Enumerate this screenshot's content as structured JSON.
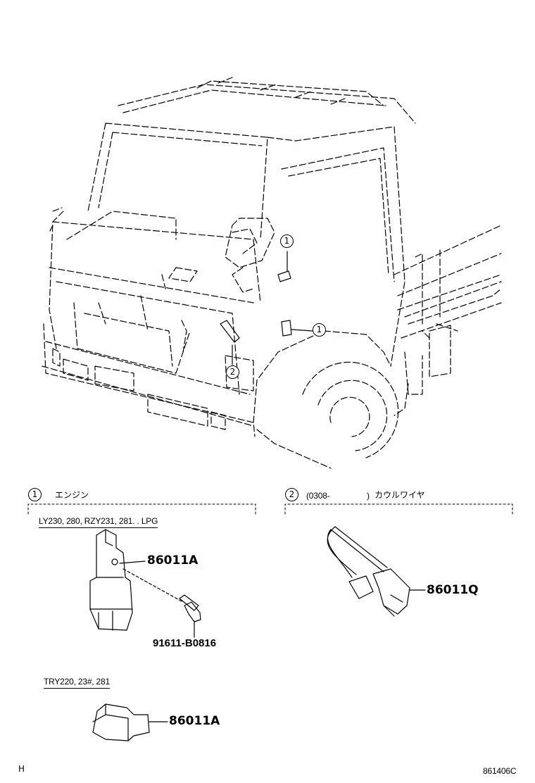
{
  "callouts": {
    "c1": "1",
    "c2": "2"
  },
  "sections": {
    "engine": {
      "num": "1",
      "title": "エンジン"
    },
    "cowl": {
      "num": "2",
      "date": "(0308-",
      "close": ")",
      "title": "カウルワイヤ"
    }
  },
  "applicability": {
    "a1": "LY230, 280, RZY231, 281. . LPG",
    "a2": "TRY220, 23#, 281"
  },
  "parts": {
    "p1": "86011A",
    "p2": "91611-B0816",
    "p3": "86011Q",
    "p4": "86011A"
  },
  "footer": {
    "left": "H",
    "right": "861406C"
  }
}
